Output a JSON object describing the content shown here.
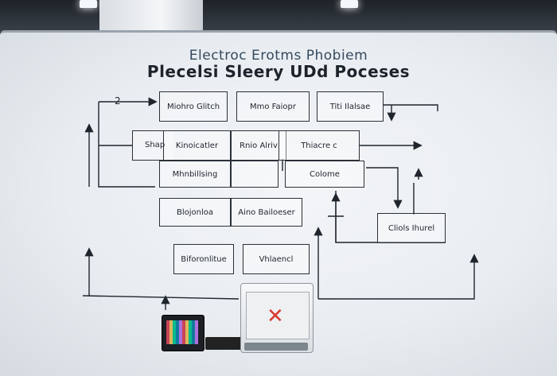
{
  "whiteboard": {
    "title_line_1": "Electroc Erotms Phobiem",
    "title_line_2": "Plecelsi Sleery UDd Poceses",
    "boxes": [
      {
        "label": "Miohro Glitch"
      },
      {
        "label": "Mmo Faiopr"
      },
      {
        "label": "Titi Ilalsae"
      },
      {
        "label": "Kinoicatler"
      },
      {
        "label": "Rnio Alriv"
      },
      {
        "label": "Thiacre c"
      },
      {
        "label": "Mhnbillsing"
      },
      {
        "label": "Colome"
      },
      {
        "label": "Blojonloa"
      },
      {
        "label": "Aino Bailoeser"
      },
      {
        "label": "Cliols Ihurel"
      },
      {
        "label": "Biforonlitue"
      },
      {
        "label": "Vhlaencl"
      }
    ],
    "annotations": [
      {
        "text": "Shap"
      },
      {
        "text": "2"
      }
    ]
  },
  "objects": {
    "machine_mark": "✕"
  }
}
